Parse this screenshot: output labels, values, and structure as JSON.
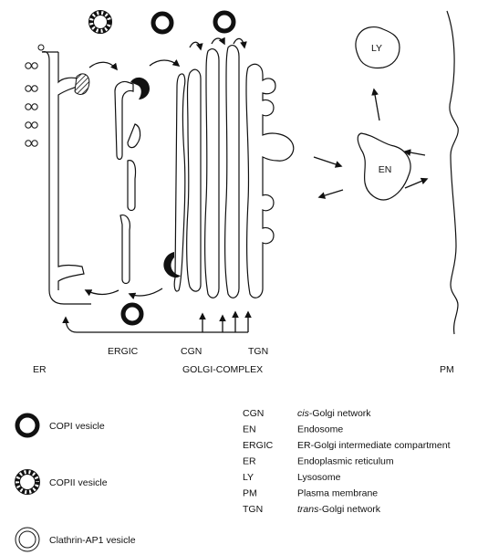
{
  "labels": {
    "er": "ER",
    "ergic": "ERGIC",
    "cgn": "CGN",
    "tgn": "TGN",
    "golgi": "GOLGI-COMPLEX",
    "pm": "PM",
    "en": "EN",
    "ly": "LY"
  },
  "vesicle_legend": {
    "copi": "COPI vesicle",
    "copii": "COPII vesicle",
    "clathrin": "Clathrin-AP1 vesicle"
  },
  "abbreviations": [
    {
      "abbr": "CGN",
      "pre": "cis",
      "rest": "-Golgi network"
    },
    {
      "abbr": "EN",
      "pre": "",
      "rest": "Endosome"
    },
    {
      "abbr": "ERGIC",
      "pre": "",
      "rest": "ER-Golgi intermediate compartment"
    },
    {
      "abbr": "ER",
      "pre": "",
      "rest": "Endoplasmic reticulum"
    },
    {
      "abbr": "LY",
      "pre": "",
      "rest": "Lysosome"
    },
    {
      "abbr": "PM",
      "pre": "",
      "rest": "Plasma membrane"
    },
    {
      "abbr": "TGN",
      "pre": "trans",
      "rest": "-Golgi network"
    }
  ]
}
